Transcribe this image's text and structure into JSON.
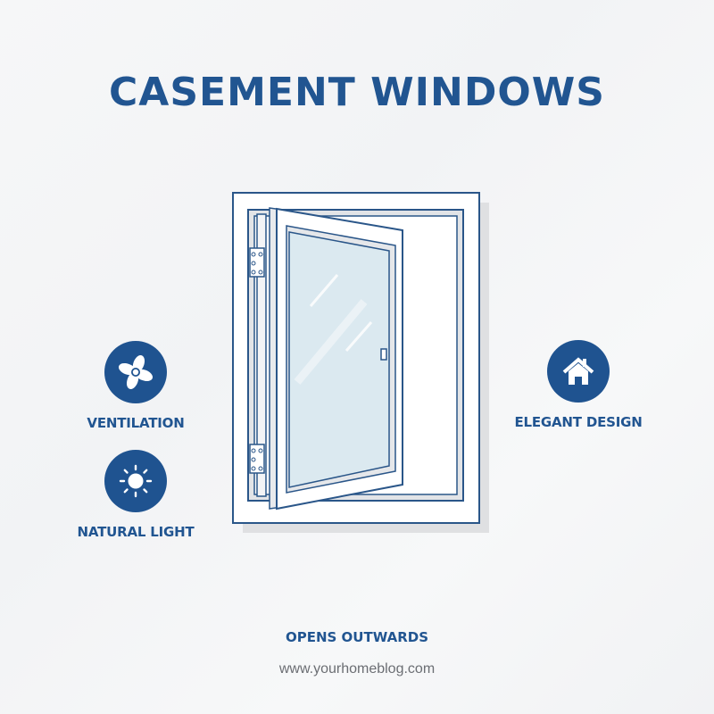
{
  "title": "CASEMENT WINDOWS",
  "features": [
    {
      "label": "VENTILATION",
      "icon": "fan-icon"
    },
    {
      "label": "NATURAL LIGHT",
      "icon": "sun-icon"
    },
    {
      "label": "ELEGANT DESIGN",
      "icon": "house-icon"
    }
  ],
  "caption": "OPENS OUTWARDS",
  "website": "www.yourhomeblog.com",
  "colors": {
    "primary": "#1f5390",
    "glass": "#dbe9f0",
    "background": "#f4f5f7",
    "url_text": "#6b6e73"
  }
}
